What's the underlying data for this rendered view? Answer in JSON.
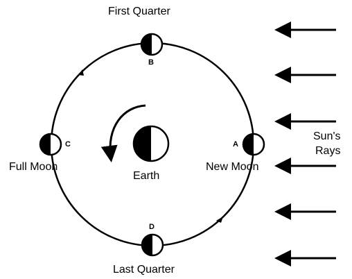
{
  "labels": {
    "first_quarter": "First Quarter",
    "last_quarter": "Last Quarter",
    "full_moon": "Full Moon",
    "new_moon": "New Moon",
    "earth": "Earth",
    "sun_rays_line1": "Sun's",
    "sun_rays_line2": "Rays"
  },
  "position_letters": {
    "a": "A",
    "b": "B",
    "c": "C",
    "d": "D"
  },
  "colors": {
    "ink": "#000000",
    "background": "#ffffff"
  },
  "icons": [
    "earth-icon",
    "moon-phase-icon",
    "arrow-left-icon",
    "rotation-arrow-icon"
  ]
}
